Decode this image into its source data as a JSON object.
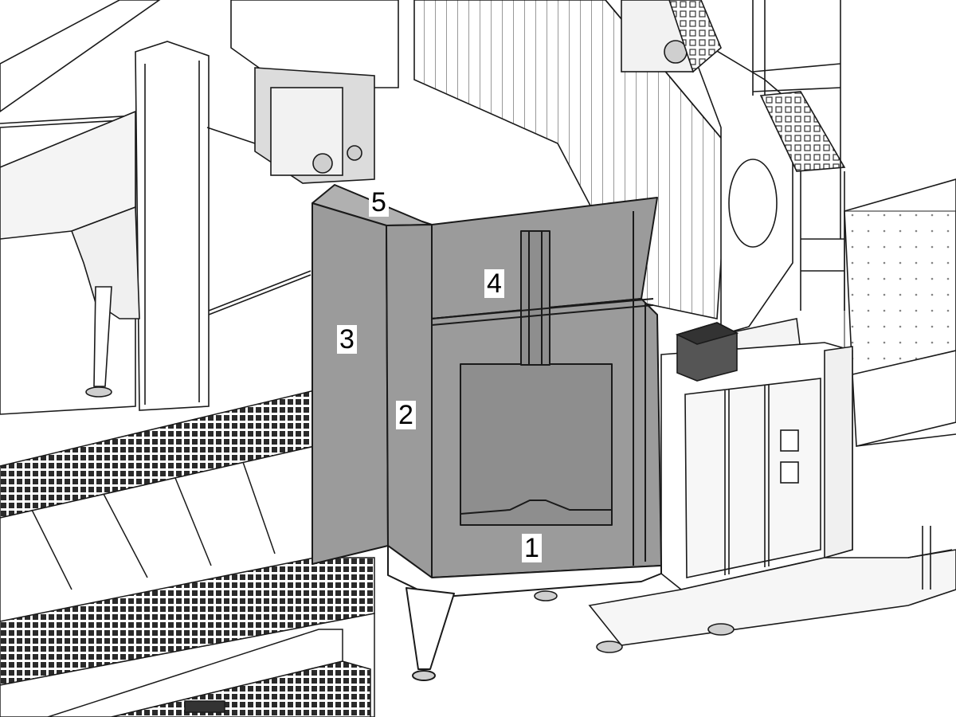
{
  "colors": {
    "panel_fill": "#9b9b9b",
    "panel_fill_dark": "#8e8e8e",
    "line": "#1a1a1a",
    "background": "#ffffff",
    "metal_light": "#e6e6e6"
  },
  "callouts": {
    "c1": "1",
    "c2": "2",
    "c3": "3",
    "c4": "4",
    "c5": "5"
  }
}
